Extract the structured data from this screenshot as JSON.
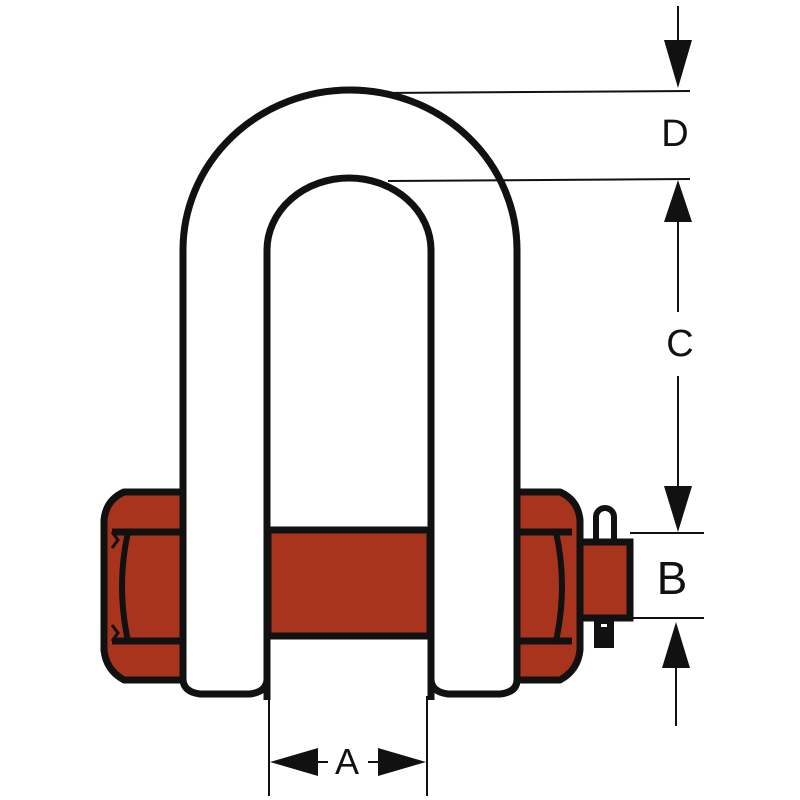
{
  "diagram": {
    "title": "Dee shackle with safety bolt, nut and cotter pin — dimension drawing",
    "subject": "D-shackle",
    "colors": {
      "outline": "#111111",
      "body_fill": "#ffffff",
      "pin_fill": "#a8341e",
      "background": "#ffffff"
    },
    "components": [
      {
        "id": "bow",
        "label": "shackle bow"
      },
      {
        "id": "pin",
        "label": "bolt / pin"
      },
      {
        "id": "head",
        "label": "bolt head (hex)"
      },
      {
        "id": "nut",
        "label": "hex nut"
      },
      {
        "id": "cotter",
        "label": "cotter pin"
      }
    ],
    "dimensions": {
      "A": {
        "label": "A",
        "meaning": "inside width between legs",
        "orientation": "horizontal"
      },
      "B": {
        "label": "B",
        "meaning": "pin diameter",
        "orientation": "vertical"
      },
      "C": {
        "label": "C",
        "meaning": "inside length",
        "orientation": "vertical"
      },
      "D": {
        "label": "D",
        "meaning": "bow material diameter",
        "orientation": "vertical"
      }
    }
  }
}
